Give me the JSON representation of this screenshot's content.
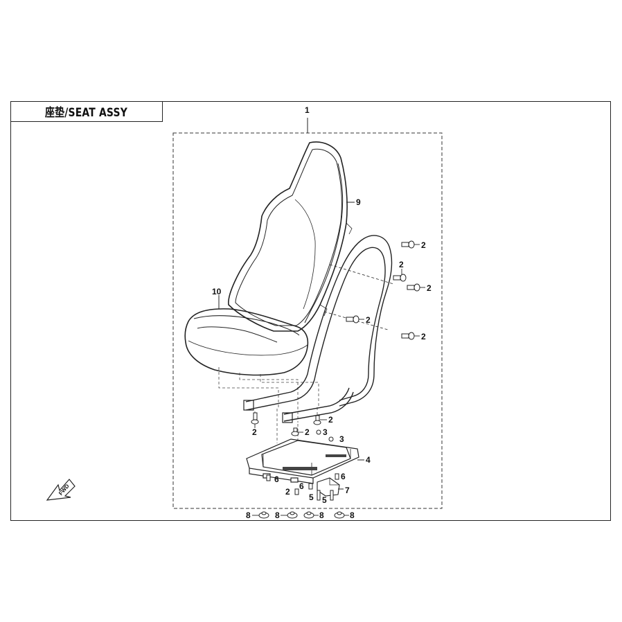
{
  "title": "座垫/SEAT ASSY",
  "fwd_label": "FWD",
  "callouts": {
    "c1": "1",
    "c9": "9",
    "c10": "10",
    "c4": "4",
    "c7": "7",
    "c2a": "2",
    "c2b": "2",
    "c2c": "2",
    "c2d": "2",
    "c2e": "2",
    "c2f": "2",
    "c2g": "2",
    "c2h": "2",
    "c2i": "2",
    "c3a": "3",
    "c3b": "3",
    "c5a": "5",
    "c5b": "5",
    "c6a": "6",
    "c6b": "6",
    "c6c": "6",
    "c8a": "8",
    "c8b": "8",
    "c8c": "8",
    "c8d": "8"
  }
}
